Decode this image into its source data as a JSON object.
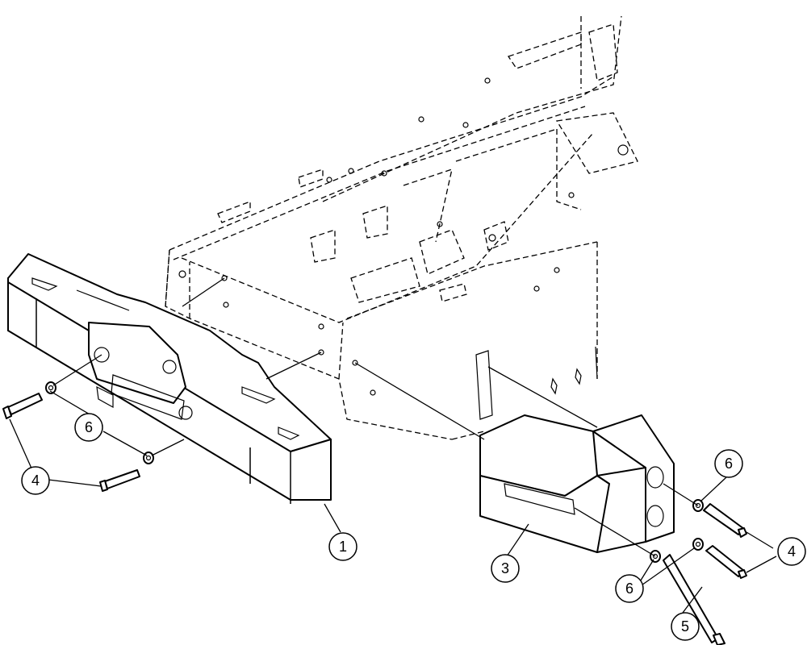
{
  "callouts": [
    {
      "id": "c1",
      "label": "1"
    },
    {
      "id": "c3",
      "label": "3"
    },
    {
      "id": "c4a",
      "label": "4"
    },
    {
      "id": "c4b",
      "label": "4"
    },
    {
      "id": "c5",
      "label": "5"
    },
    {
      "id": "c6a",
      "label": "6"
    },
    {
      "id": "c6b",
      "label": "6"
    },
    {
      "id": "c6c",
      "label": "6"
    }
  ]
}
